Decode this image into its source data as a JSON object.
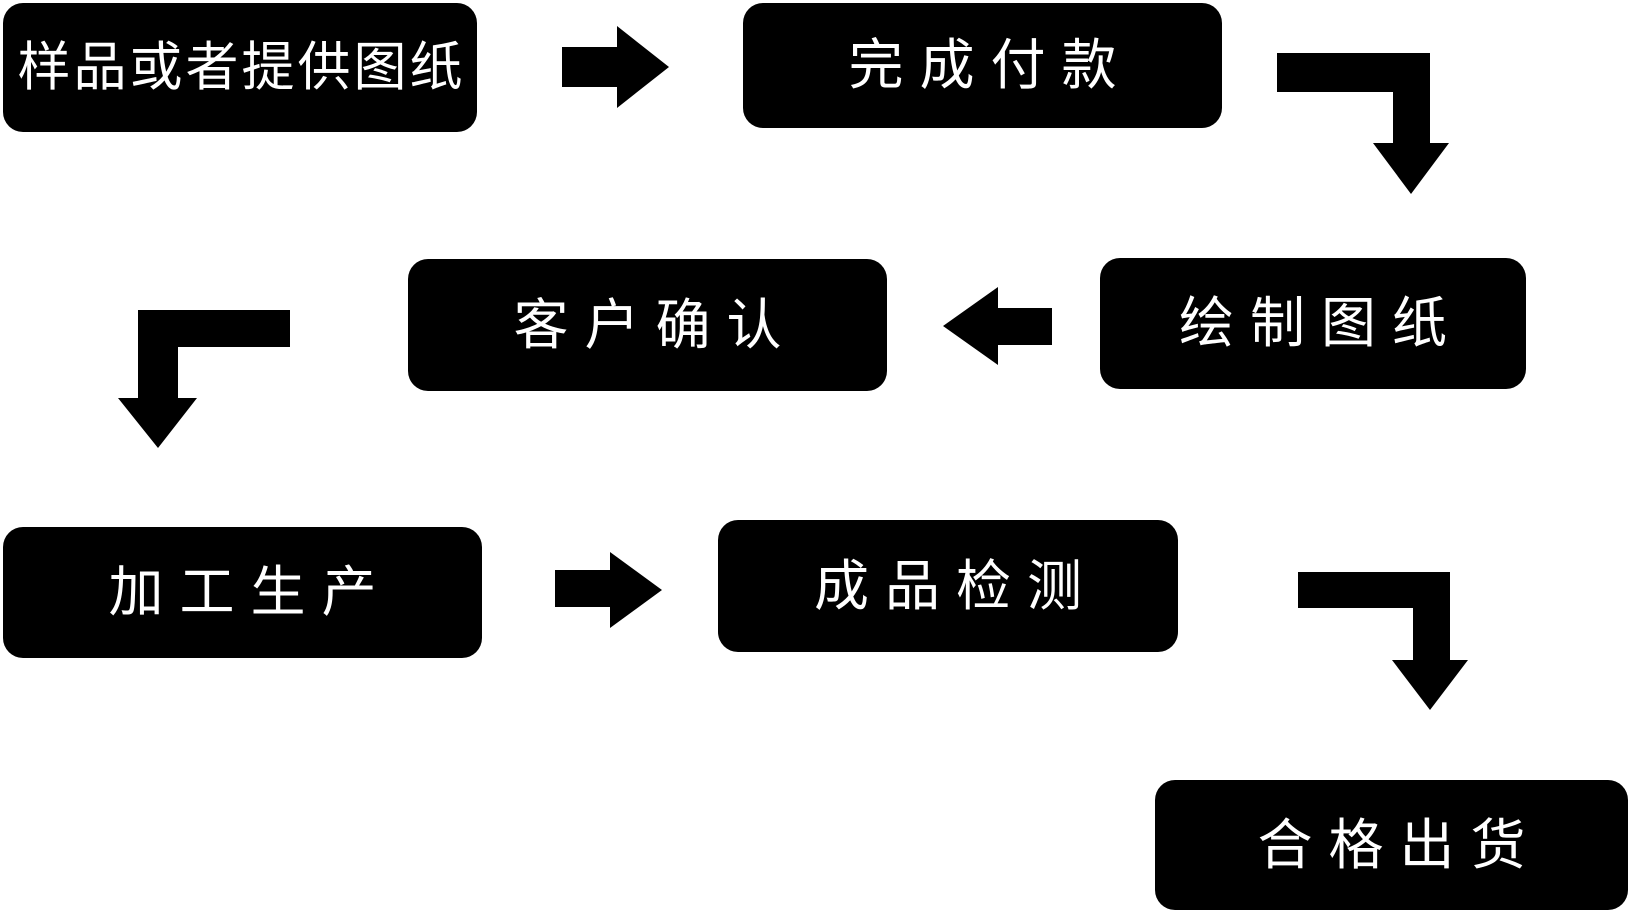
{
  "diagram": {
    "type": "flowchart",
    "background_color": "#ffffff",
    "node_fill_color": "#000000",
    "node_text_color": "#ffffff",
    "arrow_color": "#000000",
    "nodes": [
      {
        "step": 1,
        "label": "样品或者提供图纸"
      },
      {
        "step": 2,
        "label": "完成付款"
      },
      {
        "step": 3,
        "label": "绘制图纸"
      },
      {
        "step": 4,
        "label": "客户确认"
      },
      {
        "step": 5,
        "label": "加工生产"
      },
      {
        "step": 6,
        "label": "成品检测"
      },
      {
        "step": 7,
        "label": "合格出货"
      }
    ],
    "edges": [
      {
        "from": "样品或者提供图纸",
        "to": "完成付款",
        "shape": "straight-right"
      },
      {
        "from": "完成付款",
        "to": "绘制图纸",
        "shape": "elbow-down-right"
      },
      {
        "from": "绘制图纸",
        "to": "客户确认",
        "shape": "straight-left"
      },
      {
        "from": "客户确认",
        "to": "加工生产",
        "shape": "elbow-down-left"
      },
      {
        "from": "加工生产",
        "to": "成品检测",
        "shape": "straight-right"
      },
      {
        "from": "成品检测",
        "to": "合格出货",
        "shape": "elbow-down-right"
      }
    ]
  }
}
